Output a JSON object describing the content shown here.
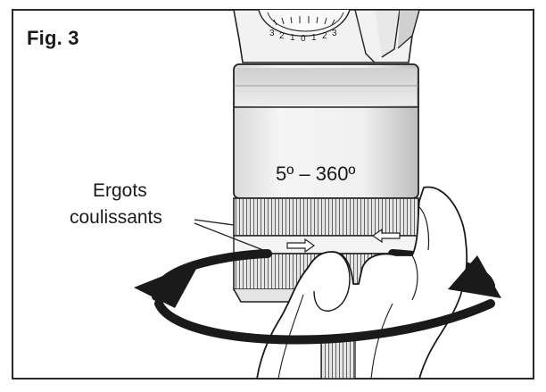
{
  "figure_label": "Fig. 3",
  "range_label": "5º – 360º",
  "callout_line1": "Ergots",
  "callout_line2": "coulissants",
  "dial_numbers": [
    "3",
    "2",
    "1",
    "0",
    "1",
    "2",
    "3"
  ],
  "colors": {
    "ink": "#1a1a1a",
    "frame": "#2a2a2a",
    "shade_light": "#eeeeee",
    "shade_mid": "#d8d8d8",
    "shade_dark": "#b5b5b5"
  },
  "icons": [
    "rotation-arrow-icon",
    "slide-arrow-left-icon",
    "slide-arrow-right-icon"
  ]
}
